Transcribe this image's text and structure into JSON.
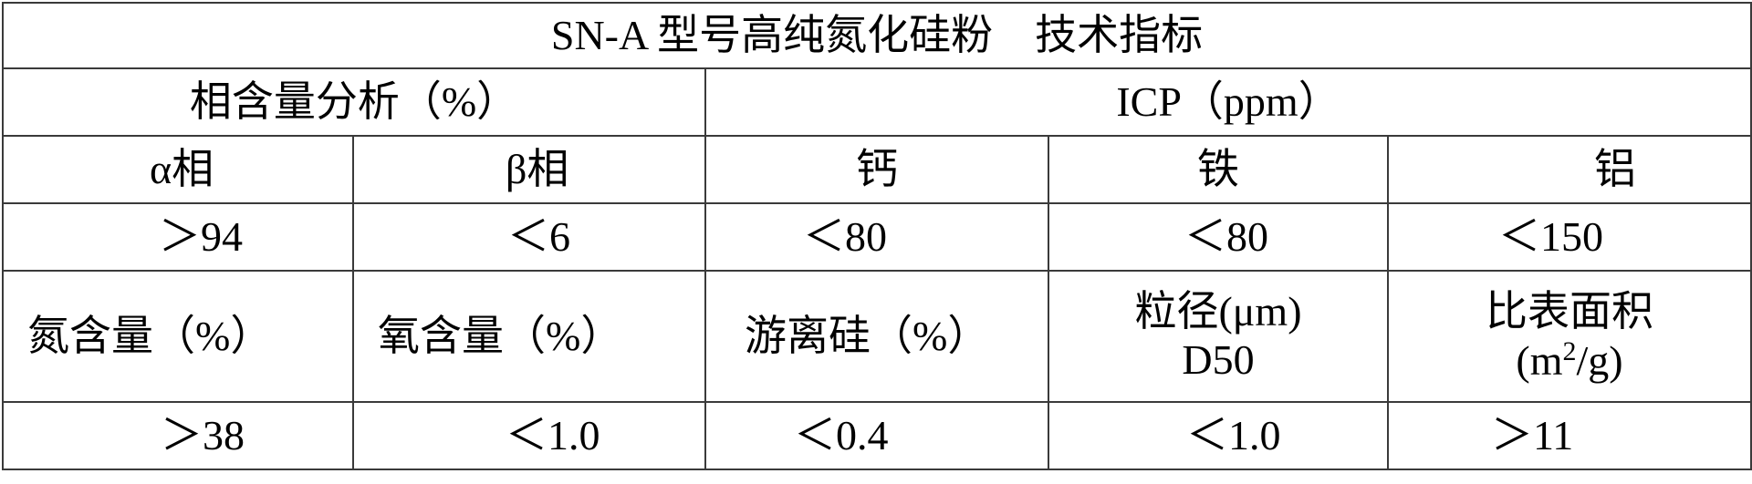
{
  "table": {
    "title": "SN-A 型号高纯氮化硅粉　技术指标",
    "group_headers": {
      "phase": "相含量分析（%）",
      "icp": "ICP（ppm）"
    },
    "row1_headers": [
      "α相",
      "β相",
      "钙",
      "铁",
      "铝"
    ],
    "row1_values": [
      "＞94",
      "＜6",
      "＜80",
      "＜80",
      "＜150"
    ],
    "row2_headers": {
      "nitrogen": "氮含量（%）",
      "oxygen": "氧含量（%）",
      "free_silicon": "游离硅（%）",
      "particle_size_line1": "粒径(μm)",
      "particle_size_line2": "D50",
      "surface_area_line1": "比表面积",
      "surface_area_line2_prefix": "(m",
      "surface_area_line2_sup": "2",
      "surface_area_line2_suffix": "/g)"
    },
    "row2_values": [
      "＞38",
      "＜1.0",
      "＜0.4",
      "＜1.0",
      "＞11"
    ]
  }
}
